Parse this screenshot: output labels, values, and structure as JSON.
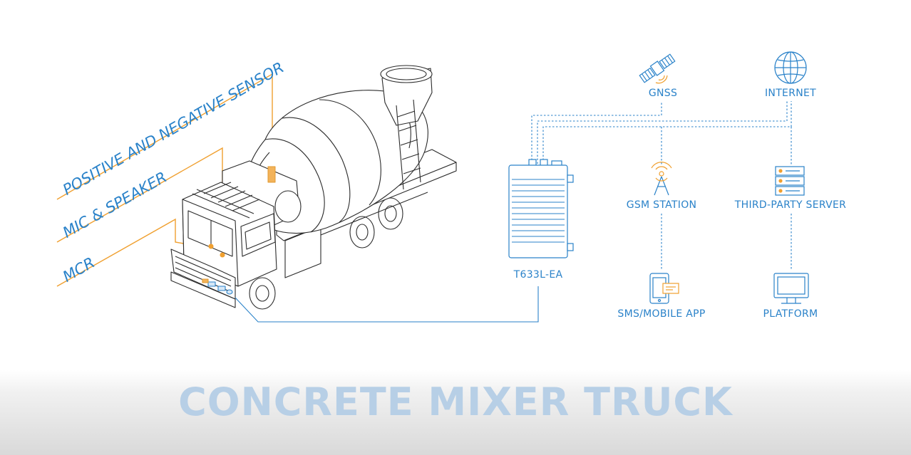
{
  "sensor_labels": {
    "positive_negative_sensor": "POSITIVE AND NEGATIVE SENSOR",
    "mic_speaker": "MIC & SPEAKER",
    "mcr": "MCR"
  },
  "nodes": {
    "gnss": "GNSS",
    "internet": "INTERNET",
    "device": "T633L-EA",
    "gsm_station": "GSM STATION",
    "third_party_server": "THIRD-PARTY SERVER",
    "sms_mobile_app": "SMS/MOBILE APP",
    "platform": "PLATFORM"
  },
  "footer_title": "CONCRETE MIXER TRUCK",
  "colors": {
    "accent_blue": "#2a82c9",
    "line_orange": "#f0a030",
    "outline_gray": "#2b2b2b",
    "footer_text": "#b7cfe6"
  }
}
